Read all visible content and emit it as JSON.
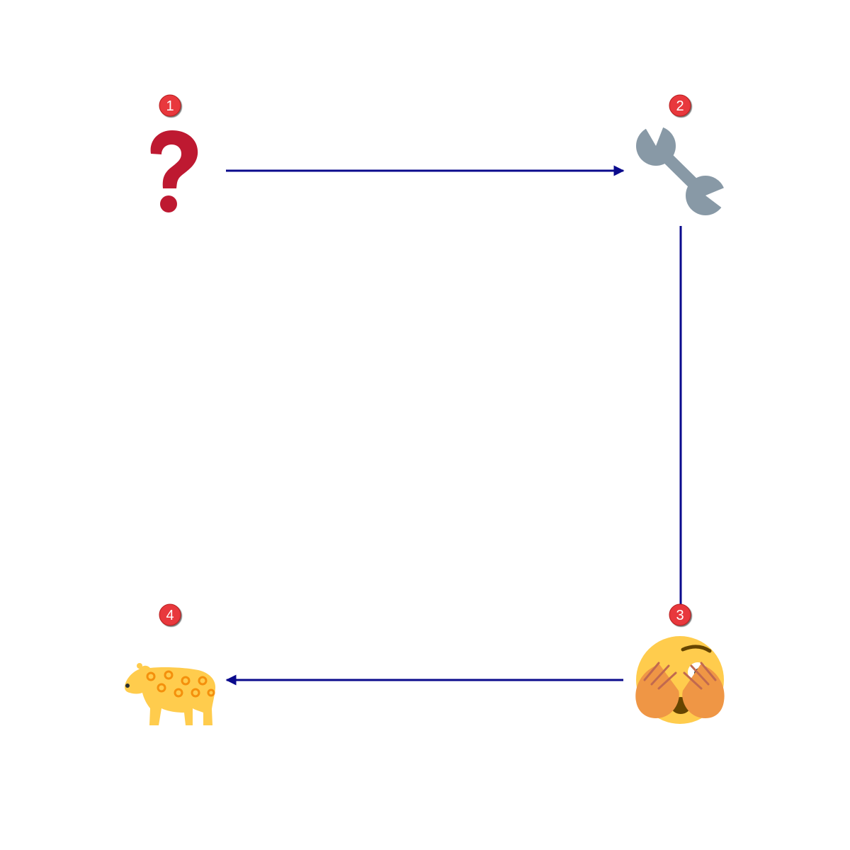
{
  "diagram": {
    "colors": {
      "connector": "#0a0a8c",
      "badge_fill": "#e8383d",
      "badge_text": "#ffffff"
    },
    "steps": [
      {
        "number": "1",
        "icon": "question-mark-icon"
      },
      {
        "number": "2",
        "icon": "wrench-icon"
      },
      {
        "number": "3",
        "icon": "face-with-hand-over-eyes-icon"
      },
      {
        "number": "4",
        "icon": "leopard-icon"
      }
    ],
    "connections": [
      {
        "from": "1",
        "to": "2",
        "arrowhead": true
      },
      {
        "from": "2",
        "to": "3",
        "arrowhead": false
      },
      {
        "from": "3",
        "to": "4",
        "arrowhead": true
      }
    ]
  }
}
